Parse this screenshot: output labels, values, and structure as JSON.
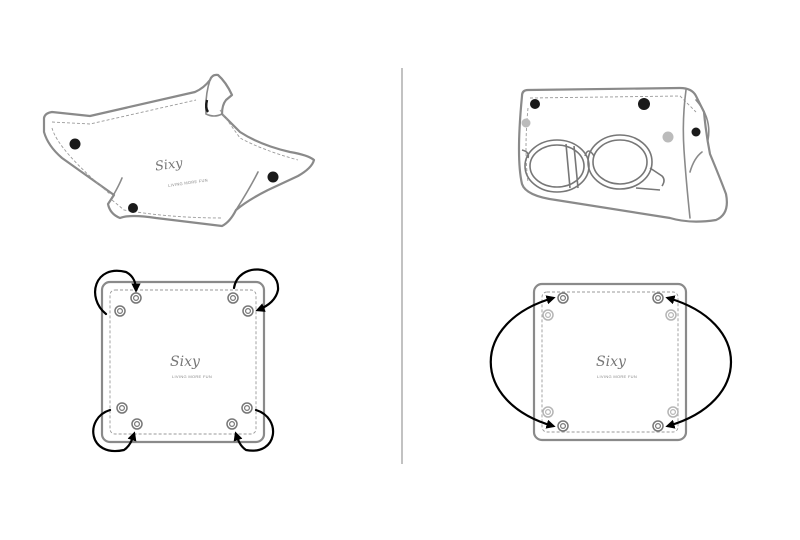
{
  "logo": {
    "script": "Sixy",
    "tagline": "LIVING MORE FUN"
  },
  "colors": {
    "outline": "#8a8a8a",
    "arrow": "#000000",
    "snap_dark": "#1a1a1a",
    "background": "#ffffff"
  },
  "panels": [
    {
      "name": "tray-assembled",
      "label": ""
    },
    {
      "name": "tray-flat-snap-diagram",
      "label": ""
    },
    {
      "name": "glasses-case-assembled",
      "label": ""
    },
    {
      "name": "case-flat-snap-diagram",
      "label": ""
    }
  ]
}
